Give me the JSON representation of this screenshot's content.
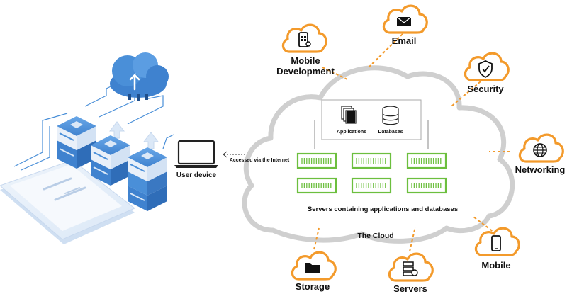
{
  "services": {
    "mobile_development": "Mobile\nDevelopment",
    "email": "Email",
    "security": "Security",
    "networking": "Networking",
    "mobile": "Mobile",
    "storage": "Storage",
    "servers": "Servers"
  },
  "cloud": {
    "applications_label": "Applications",
    "databases_label": "Databases",
    "servers_caption": "Servers containing applications and databases",
    "title": "The Cloud"
  },
  "connection": {
    "user_device_label": "User device",
    "access_label": "Accessed via the Internet"
  },
  "icons": {
    "mobile_development": "app-phone-icon",
    "email": "envelope-icon",
    "security": "shield-check-icon",
    "networking": "globe-icon",
    "mobile": "smartphone-icon",
    "storage": "folder-icon",
    "servers": "database-stack-icon"
  },
  "colors": {
    "accent_orange": "#f39a2b",
    "cloud_outline": "#c8c8c8",
    "server_green": "#6cbf3e",
    "iso_blue": "#4a8fd8"
  }
}
